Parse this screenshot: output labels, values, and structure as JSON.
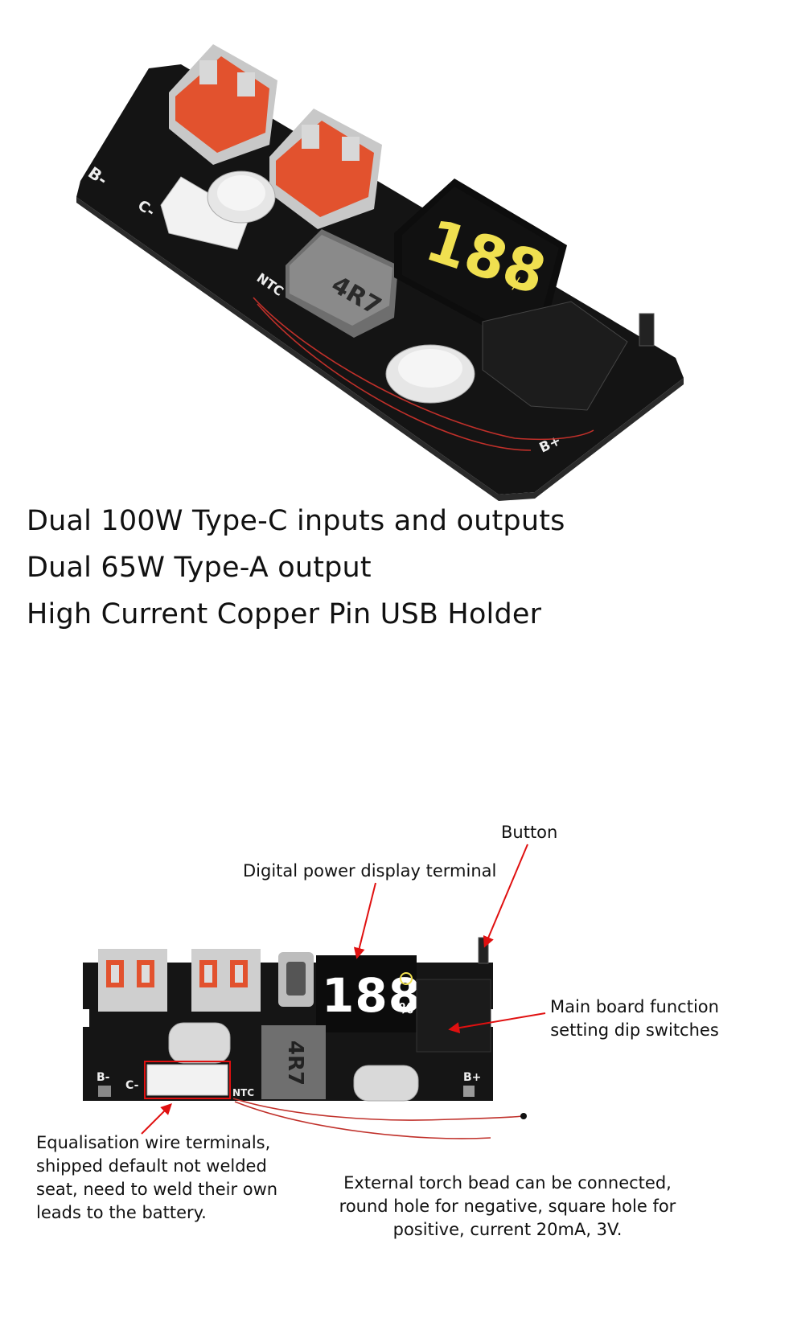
{
  "headlines": [
    "Dual 100W Type-C inputs and outputs",
    "Dual 65W Type-A output",
    "High Current Copper Pin USB Holder"
  ],
  "board_labels": {
    "b_minus": "B-",
    "c_minus": "C-",
    "b_plus": "B+",
    "ntc": "NTC",
    "inductor": "4R7",
    "display_digits": "188",
    "display_percent": "%"
  },
  "callouts": {
    "button": "Button",
    "display": "Digital power display terminal",
    "dip": [
      "Main board function",
      "setting dip switches"
    ],
    "equalisation": [
      "Equalisation wire terminals,",
      "shipped default not welded",
      "seat, need to weld their own",
      "leads to the battery."
    ],
    "torch": [
      "External torch bead can be connected,",
      "round hole for negative, square hole for",
      "positive, current 20mA, 3V."
    ]
  },
  "colors": {
    "pcb": "#151515",
    "usb_orange": "#e2522e",
    "digit_yellow": "#f0e050",
    "callout_red": "#e01010"
  }
}
